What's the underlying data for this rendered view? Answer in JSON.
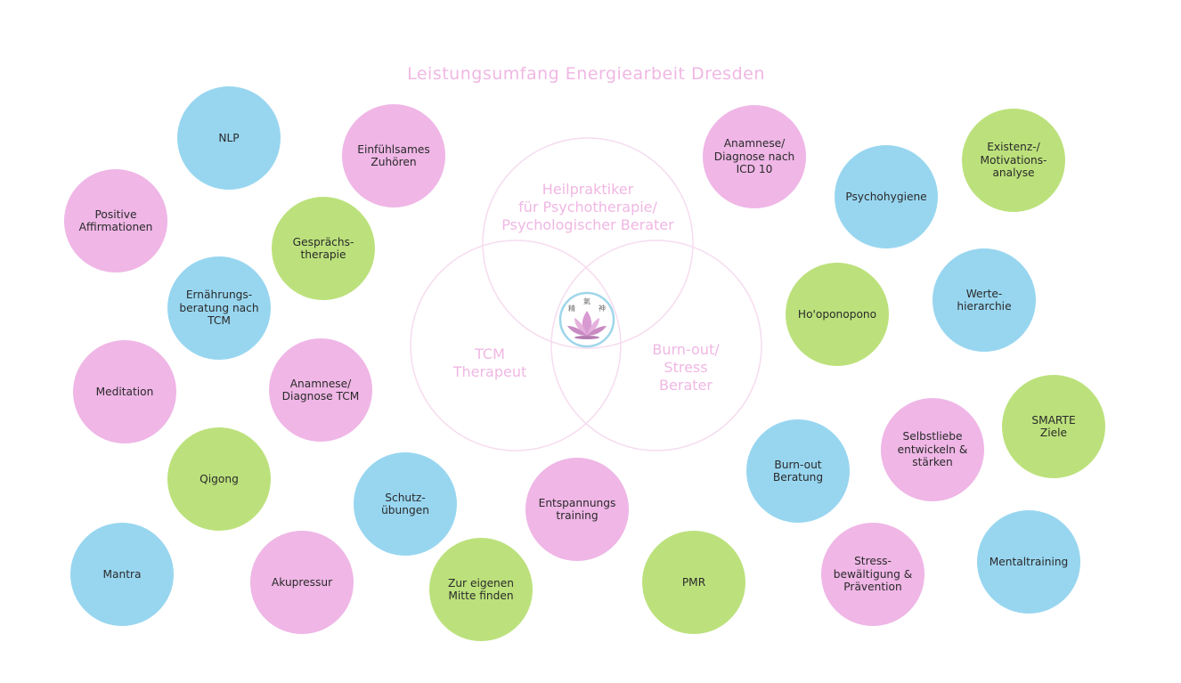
{
  "title": "Leistungsumfang Energiearbeit Dresden",
  "colors": {
    "blue": "#98d6f0",
    "pink": "#efb6e6",
    "green": "#bce17c",
    "venn_text": "#f0b7e3",
    "venn_stroke": "#f6dcef",
    "title_text": "#f0b7e3"
  },
  "venn": {
    "top": "Heilpraktiker\nfür Psychotherapie/\nPsychologischer Berater",
    "left": "TCM\nTherapeut",
    "right": "Burn-out/\nStress\nBerater"
  },
  "logo": {
    "glyphs": [
      "精",
      "氣",
      "神"
    ],
    "icon": "lotus-icon"
  },
  "bubbles": [
    {
      "label": "NLP",
      "color": "blue"
    },
    {
      "label": "Einfühlsames\nZuhören",
      "color": "pink"
    },
    {
      "label": "Positive\nAffirmationen",
      "color": "pink"
    },
    {
      "label": "Gesprächs-\ntherapie",
      "color": "green"
    },
    {
      "label": "Ernährungs-\nberatung nach\nTCM",
      "color": "blue"
    },
    {
      "label": "Meditation",
      "color": "pink"
    },
    {
      "label": "Anamnese/\nDiagnose TCM",
      "color": "pink"
    },
    {
      "label": "Qigong",
      "color": "green"
    },
    {
      "label": "Schutz-\nübungen",
      "color": "blue"
    },
    {
      "label": "Entspannungs\ntraining",
      "color": "pink"
    },
    {
      "label": "Mantra",
      "color": "blue"
    },
    {
      "label": "Akupressur",
      "color": "pink"
    },
    {
      "label": "Zur eigenen\nMitte finden",
      "color": "green"
    },
    {
      "label": "PMR",
      "color": "green"
    },
    {
      "label": "Anamnese/\nDiagnose nach\nICD 10",
      "color": "pink"
    },
    {
      "label": "Existenz-/\nMotivations-\nanalyse",
      "color": "green"
    },
    {
      "label": "Psychohygiene",
      "color": "blue"
    },
    {
      "label": "Ho'oponopono",
      "color": "green"
    },
    {
      "label": "Werte-\nhierarchie",
      "color": "blue"
    },
    {
      "label": "SMARTE\nZiele",
      "color": "green"
    },
    {
      "label": "Burn-out\nBeratung",
      "color": "blue"
    },
    {
      "label": "Selbstliebe\nentwickeln &\nstärken",
      "color": "pink"
    },
    {
      "label": "Stress-\nbewältigung &\nPrävention",
      "color": "pink"
    },
    {
      "label": "Mentaltraining",
      "color": "blue"
    }
  ]
}
